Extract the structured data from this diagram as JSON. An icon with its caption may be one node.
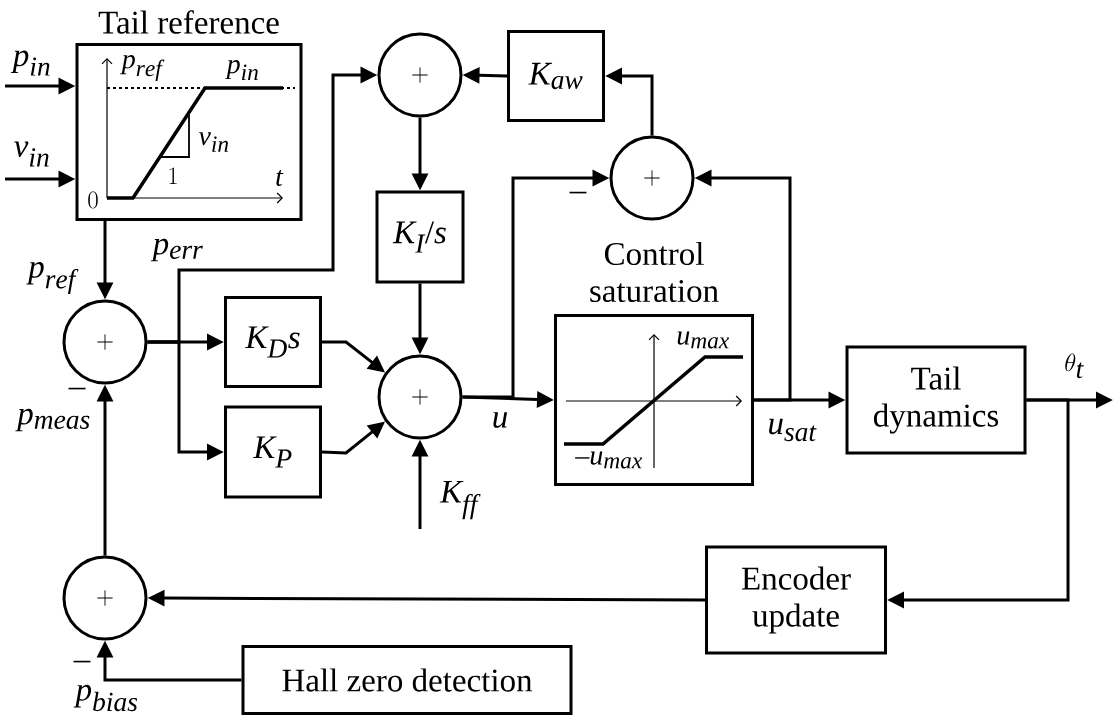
{
  "diagram": {
    "nodes": [
      {
        "text": [
          "Tail reference"
        ]
      },
      {
        "text": [
          "+"
        ]
      },
      {
        "text": [
          "K_{aw}"
        ]
      },
      {
        "text": [
          "+"
        ],
        "beside": [
          "-"
        ]
      },
      {
        "text": [
          "K_{I}/s"
        ]
      },
      {
        "text": [
          "+"
        ],
        "beside": [
          "-"
        ]
      },
      {
        "text": [
          "K_{D}s"
        ]
      },
      {
        "text": [
          "K_{P}"
        ]
      },
      {
        "text": [
          "+"
        ]
      },
      {
        "text": [
          "Control saturation"
        ]
      },
      {
        "text": [
          "Tail dynamics"
        ]
      },
      {
        "text": [
          "+"
        ],
        "beside": [
          "-"
        ]
      },
      {
        "text": [
          "Encoder update"
        ]
      },
      {
        "text": [
          "Hall zero detection"
        ]
      }
    ],
    "edges": [
      {
        "from": null,
        "to": 0,
        "arrow": "to",
        "label": "p_{in}"
      },
      {
        "from": null,
        "to": 0,
        "arrow": "to",
        "label": "v_{in}"
      },
      {
        "from": 0,
        "to": 5,
        "arrow": "to",
        "label": "p_{ref}"
      },
      {
        "from": 5,
        "to": 6,
        "arrow": "to"
      },
      {
        "from": 5,
        "to": 7,
        "arrow": "to"
      },
      {
        "from": 5,
        "to": 1,
        "arrow": "to",
        "label": "p_{err}"
      },
      {
        "from": 2,
        "to": 1,
        "arrow": "to"
      },
      {
        "from": 1,
        "to": 4,
        "arrow": "to"
      },
      {
        "from": 4,
        "to": 8,
        "arrow": "to"
      },
      {
        "from": 6,
        "to": 8,
        "arrow": "to"
      },
      {
        "from": 7,
        "to": 8,
        "arrow": "to"
      },
      {
        "from": null,
        "to": 8,
        "arrow": "to",
        "label": "K_{ff}"
      },
      {
        "from": 8,
        "to": 9,
        "arrow": "to",
        "label": "u"
      },
      {
        "from": 8,
        "to": 3,
        "arrow": "to"
      },
      {
        "from": 9,
        "to": 10,
        "arrow": "to",
        "label": "u_{sat}"
      },
      {
        "from": 9,
        "to": 3,
        "arrow": "to"
      },
      {
        "from": 3,
        "to": 2,
        "arrow": "to"
      },
      {
        "from": 10,
        "to": null,
        "arrow": "to",
        "label": "\\theta_{t}"
      },
      {
        "from": 10,
        "to": 12,
        "arrow": "to"
      },
      {
        "from": 12,
        "to": 11,
        "arrow": "to"
      },
      {
        "from": 11,
        "to": 5,
        "arrow": "to",
        "label": "p_{meas}"
      },
      {
        "from": 13,
        "to": 11,
        "arrow": "to",
        "label": "p_{bias}"
      }
    ],
    "labels": [
      "p_{ref}",
      "p_{in}",
      "v_{in}",
      "1",
      "t",
      "0",
      "u_{max}",
      "-u_{max}"
    ]
  }
}
